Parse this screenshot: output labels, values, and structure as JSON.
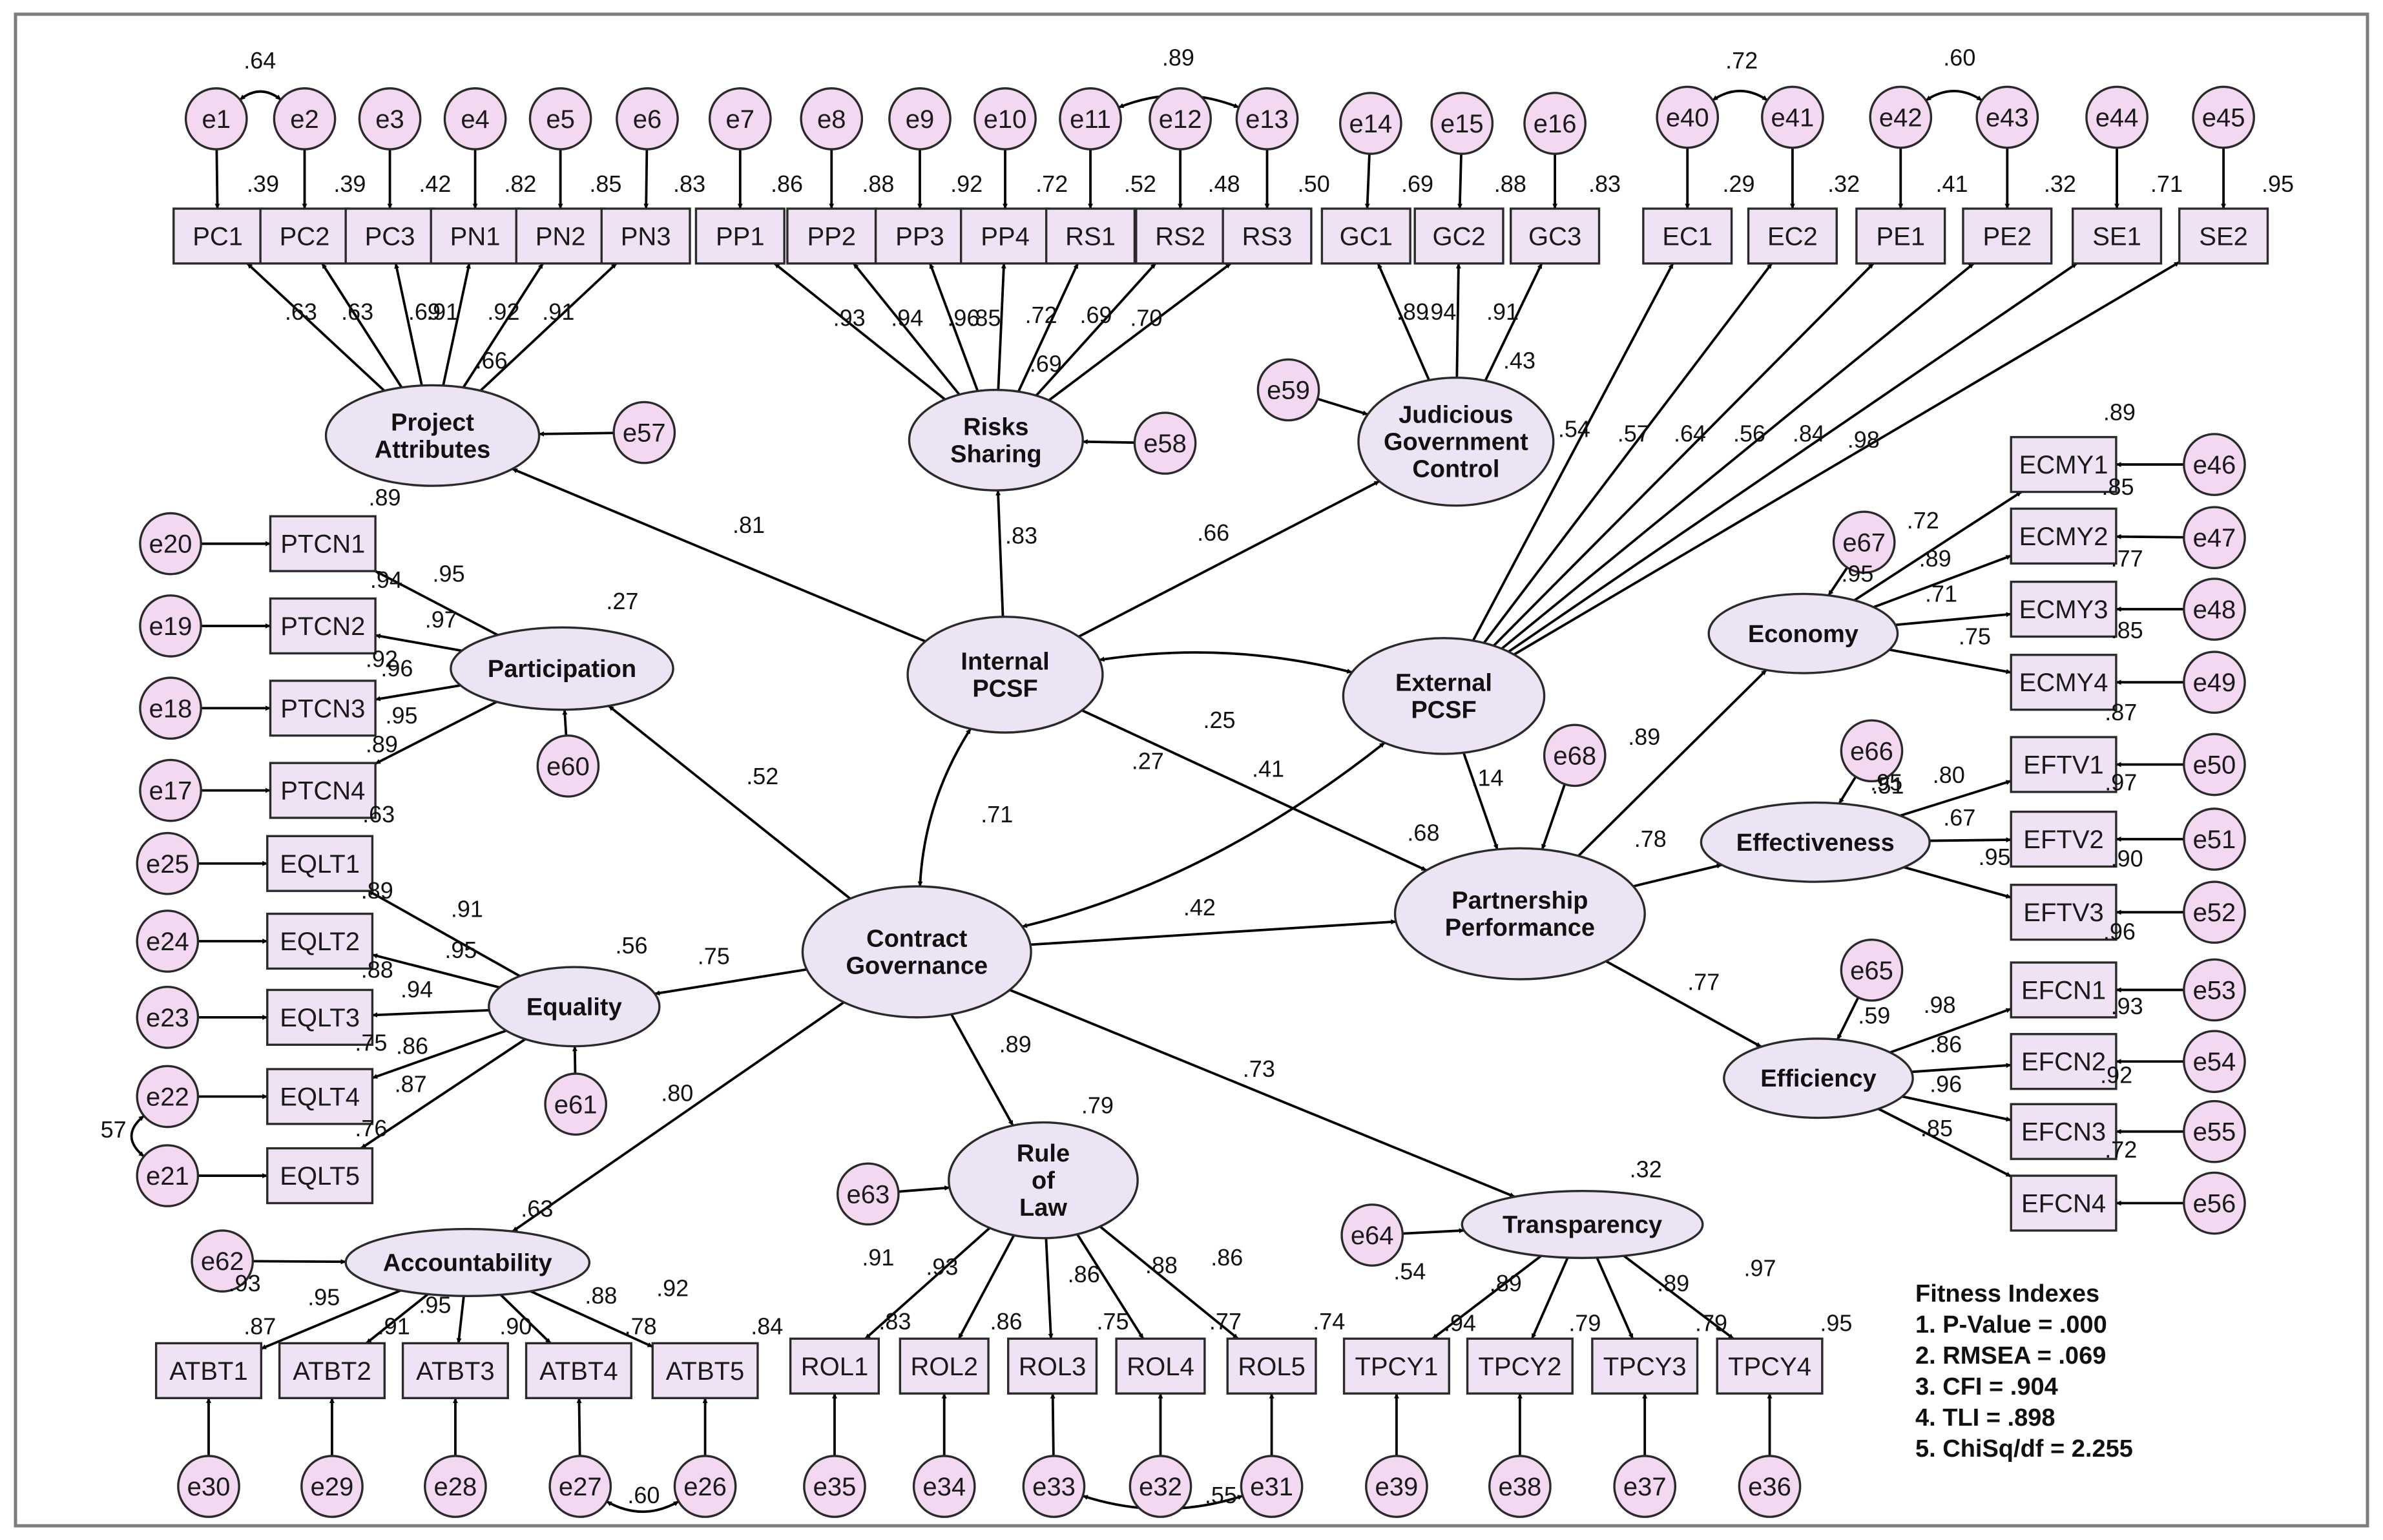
{
  "observed": [
    "PC1",
    "PC2",
    "PC3",
    "PN1",
    "PN2",
    "PN3",
    "PP1",
    "PP2",
    "PP3",
    "PP4",
    "RS1",
    "RS2",
    "RS3",
    "GC1",
    "GC2",
    "GC3",
    "EC1",
    "EC2",
    "PE1",
    "PE2",
    "SE1",
    "SE2",
    "PTCN1",
    "PTCN2",
    "PTCN3",
    "PTCN4",
    "EQLT1",
    "EQLT2",
    "EQLT3",
    "EQLT4",
    "EQLT5",
    "ATBT1",
    "ATBT2",
    "ATBT3",
    "ATBT4",
    "ATBT5",
    "ROL1",
    "ROL2",
    "ROL3",
    "ROL4",
    "ROL5",
    "TPCY1",
    "TPCY2",
    "TPCY3",
    "TPCY4",
    "ECMY1",
    "ECMY2",
    "ECMY3",
    "ECMY4",
    "EFTV1",
    "EFTV2",
    "EFTV3",
    "EFCN1",
    "EFCN2",
    "EFCN3",
    "EFCN4"
  ],
  "latent": {
    "PA": [
      "Project",
      "Attributes"
    ],
    "RSh": [
      "Risks",
      "Sharing"
    ],
    "JGC": [
      "Judicious",
      "Government",
      "Control"
    ],
    "PAR": [
      "Participation"
    ],
    "IPC": [
      "Internal",
      "PCSF"
    ],
    "EPC": [
      "External",
      "PCSF"
    ],
    "ECO": [
      "Economy"
    ],
    "EFF": [
      "Effectiveness"
    ],
    "EQU": [
      "Equality"
    ],
    "CG": [
      "Contract",
      "Governance"
    ],
    "PP": [
      "Partnership",
      "Performance"
    ],
    "EFC": [
      "Efficiency"
    ],
    "ROLw": [
      "Rule",
      "of",
      "Law"
    ],
    "ACC": [
      "Accountability"
    ],
    "TRA": [
      "Transparency"
    ]
  },
  "errors": [
    "e1",
    "e2",
    "e3",
    "e4",
    "e5",
    "e6",
    "e7",
    "e8",
    "e9",
    "e10",
    "e11",
    "e12",
    "e13",
    "e14",
    "e15",
    "e16",
    "e40",
    "e41",
    "e42",
    "e43",
    "e44",
    "e45",
    "e20",
    "e19",
    "e18",
    "e17",
    "e25",
    "e24",
    "e23",
    "e22",
    "e21",
    "e30",
    "e29",
    "e28",
    "e27",
    "e26",
    "e35",
    "e34",
    "e33",
    "e32",
    "e31",
    "e39",
    "e38",
    "e37",
    "e36",
    "e46",
    "e47",
    "e48",
    "e49",
    "e50",
    "e51",
    "e52",
    "e53",
    "e54",
    "e55",
    "e56",
    "e57",
    "e58",
    "e59",
    "e60",
    "e61",
    "e62",
    "e63",
    "e64",
    "e65",
    "e66",
    "e67",
    "e68"
  ],
  "paths": [
    {
      "from": "IPC",
      "to": "PA",
      "label": ".81"
    },
    {
      "from": "IPC",
      "to": "RSh",
      "label": ".83"
    },
    {
      "from": "IPC",
      "to": "JGC",
      "label": ".66"
    },
    {
      "from": "IPC",
      "to": "PP",
      "label": ".41"
    },
    {
      "from": "EPC",
      "to": "PP",
      "label": ".14"
    },
    {
      "from": "CG",
      "to": "PAR",
      "label": ".52"
    },
    {
      "from": "CG",
      "to": "EQU",
      "label": ".75"
    },
    {
      "from": "CG",
      "to": "ACC",
      "label": ".80"
    },
    {
      "from": "CG",
      "to": "ROLw",
      "label": ".89"
    },
    {
      "from": "CG",
      "to": "TRA",
      "label": ".73"
    },
    {
      "from": "CG",
      "to": "PP",
      "label": ".42"
    },
    {
      "from": "PP",
      "to": "ECO",
      "label": ".89"
    },
    {
      "from": "PP",
      "to": "EFF",
      "label": ".78"
    },
    {
      "from": "PP",
      "to": "EFC",
      "label": ".77"
    }
  ],
  "covariances": [
    {
      "a": "IPC",
      "b": "EPC",
      "label": ".25"
    },
    {
      "a": "IPC",
      "b": "CG",
      "label": ".71"
    },
    {
      "a": "EPC",
      "b": "CG",
      "label": ".27"
    },
    {
      "a": "e1",
      "b": "e2",
      "label": ".64"
    },
    {
      "a": "e11",
      "b": "e13",
      "label": ".89"
    },
    {
      "a": "e40",
      "b": "e41",
      "label": ".72"
    },
    {
      "a": "e42",
      "b": "e43",
      "label": ".60"
    },
    {
      "a": "e22",
      "b": "e21",
      "label": "57"
    },
    {
      "a": "e27",
      "b": "e26",
      "label": ".60"
    },
    {
      "a": "e33",
      "b": "e31",
      "label": ".55"
    }
  ],
  "other_labels": [
    ".39",
    ".39",
    ".42",
    ".82",
    ".85",
    ".83",
    ".86",
    ".88",
    ".92",
    ".72",
    ".52",
    ".48",
    ".50",
    ".69",
    ".88",
    ".83",
    ".29",
    ".32",
    ".41",
    ".32",
    ".71",
    ".95",
    ".63",
    ".63",
    ".69",
    ".91",
    ".92",
    ".91",
    ".66",
    ".93",
    ".94",
    ".96",
    ".85",
    ".72",
    ".69",
    ".70",
    ".69",
    ".89",
    ".94",
    ".91",
    ".43",
    ".54",
    ".57",
    ".64",
    ".56",
    ".84",
    ".98",
    ".89",
    ".27",
    ".94",
    ".95",
    ".97",
    ".92",
    ".96",
    ".95",
    ".89",
    ".63",
    ".56",
    ".89",
    ".91",
    ".95",
    ".88",
    ".94",
    ".75",
    ".86",
    ".87",
    ".76",
    ".63",
    ".93",
    ".87",
    ".95",
    ".91",
    ".95",
    ".90",
    ".88",
    ".78",
    ".92",
    ".84",
    ".79",
    ".91",
    ".93",
    ".86",
    ".88",
    ".86",
    ".83",
    ".86",
    ".75",
    ".77",
    ".74",
    ".32",
    ".54",
    ".89",
    ".89",
    ".97",
    ".94",
    ".79",
    ".79",
    ".95",
    ".89",
    ".72",
    ".85",
    ".89",
    ".77",
    ".71",
    ".85",
    ".75",
    ".87",
    ".95",
    ".80",
    ".97",
    ".95",
    ".67",
    ".90",
    ".95",
    ".96",
    ".51",
    ".98",
    ".93",
    ".86",
    ".92",
    ".96",
    ".72",
    ".85",
    ".59",
    ".68"
  ],
  "fitness": {
    "title": "Fitness Indexes",
    "lines": [
      "1. P-Value = .000",
      "2. RMSEA = .069",
      "3. CFI = .904",
      "4. TLI = .898",
      "5. ChiSq/df = 2.255"
    ]
  },
  "colors": {
    "observed_fill": "#efe2f4",
    "latent_fill": "#ece4f5",
    "error_fill": "#f2d8f0",
    "stroke": "#2a2a2a"
  }
}
